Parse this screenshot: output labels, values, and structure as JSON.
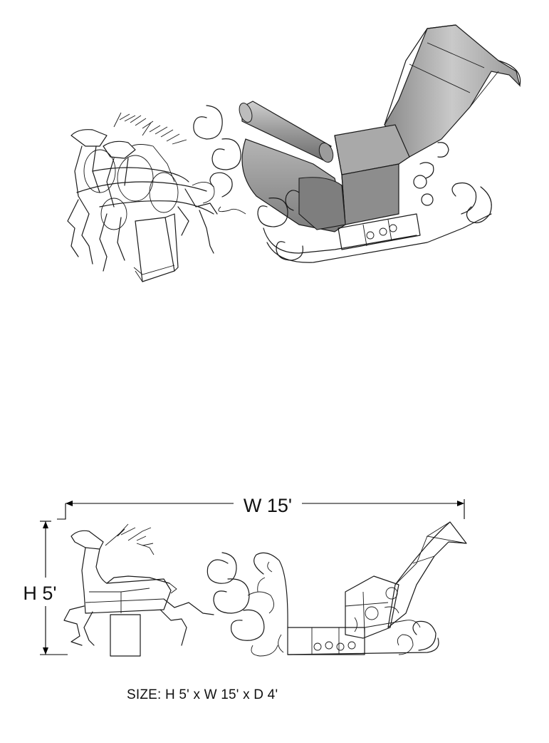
{
  "dimensions": {
    "width_label": "W 15'",
    "height_label": "H 5'"
  },
  "size_caption": "SIZE:  H 5' x W 15' x D 4'",
  "colors": {
    "line": "#1a1a1a",
    "panel_light": "#c8c8c8",
    "panel_mid": "#9e9e9e",
    "panel_dark": "#7a7a7a",
    "background": "#ffffff"
  }
}
